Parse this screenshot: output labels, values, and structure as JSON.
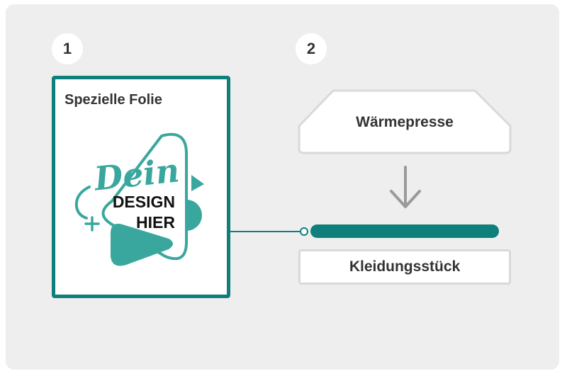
{
  "steps": {
    "step1_number": "1",
    "step2_number": "2"
  },
  "foil": {
    "title": "Spezielle Folie",
    "design_word1": "Dein",
    "design_word2": "DESIGN",
    "design_word3": "HIER"
  },
  "press": {
    "label": "Wärmepresse"
  },
  "garment": {
    "label": "Kleidungsstück"
  },
  "colors": {
    "teal": "#0e7f7b",
    "light_teal": "#3aa79e",
    "panel_bg": "#eeeeee",
    "outline_gray": "#d9d9d9",
    "arrow_gray": "#9a9a9a"
  }
}
